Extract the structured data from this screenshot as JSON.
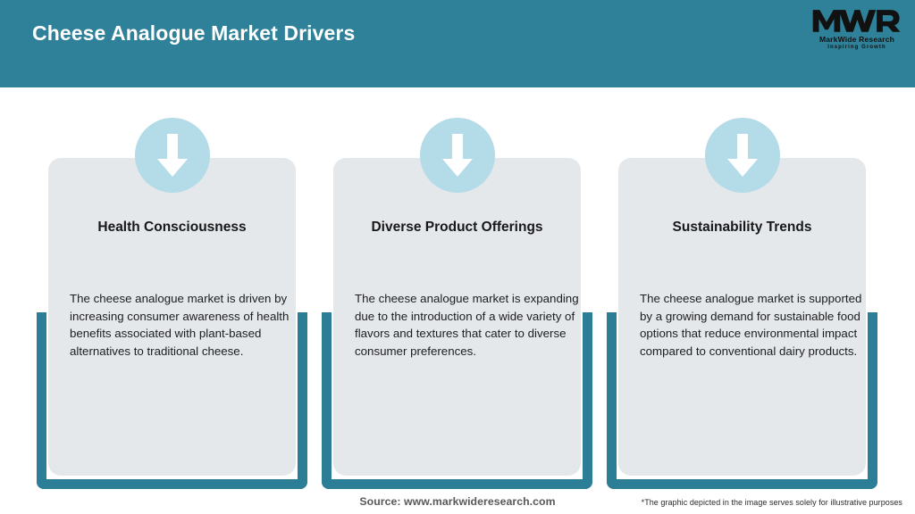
{
  "header": {
    "title": "Cheese Analogue Market Drivers",
    "background_color": "#2e8199",
    "title_color": "#ffffff"
  },
  "logo": {
    "mark": "MWR",
    "name": "MarkWide Research",
    "tagline": "Inspiring Growth"
  },
  "theme": {
    "accent_teal": "#2b7e96",
    "badge_blue": "#b3dbe8",
    "panel_grey": "#e4e8ea",
    "page_background": "#ffffff"
  },
  "cards": [
    {
      "icon": "down-arrow-icon",
      "title": "Health Consciousness",
      "body": "The cheese analogue market is driven by increasing consumer awareness of health benefits associated with plant-based alternatives to traditional cheese."
    },
    {
      "icon": "down-arrow-icon",
      "title": "Diverse Product Offerings",
      "body": "The cheese analogue market is expanding due to the introduction of a wide variety of flavors and textures that cater to diverse consumer preferences."
    },
    {
      "icon": "down-arrow-icon",
      "title": "Sustainability Trends",
      "body": "The cheese analogue market is supported by a growing demand for sustainable food options that reduce environmental impact compared to conventional dairy products."
    }
  ],
  "footer": {
    "source": "Source: www.markwideresearch.com",
    "disclaimer": "*The graphic depicted in the image serves solely for illustrative purposes"
  }
}
